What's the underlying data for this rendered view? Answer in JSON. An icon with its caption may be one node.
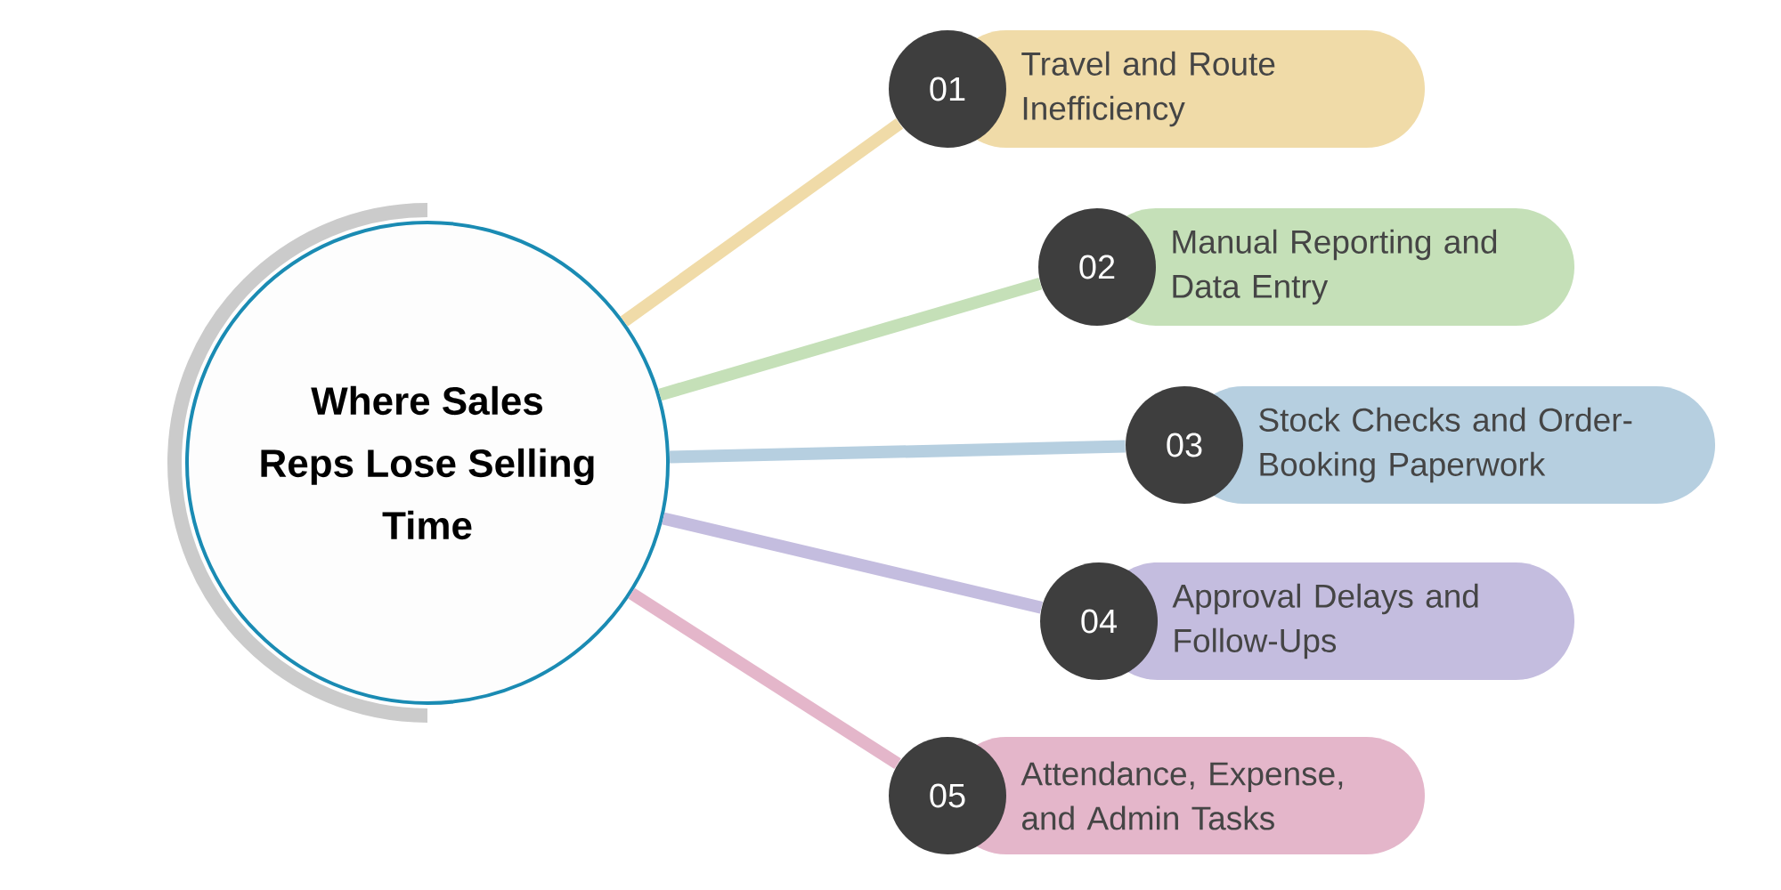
{
  "diagram": {
    "nodes": [
      {
        "text": [
          "Where Sales Reps Lose Selling Time"
        ]
      },
      {
        "text": [
          "01"
        ]
      },
      {
        "text": [
          "Travel and Route Inefficiency"
        ]
      },
      {
        "text": [
          "02"
        ]
      },
      {
        "text": [
          "Manual Reporting and Data Entry"
        ]
      },
      {
        "text": [
          "03"
        ]
      },
      {
        "text": [
          "Stock Checks and Order-Booking Paperwork"
        ]
      },
      {
        "text": [
          "04"
        ]
      },
      {
        "text": [
          "Approval Delays and Follow-Ups"
        ]
      },
      {
        "text": [
          "05"
        ]
      },
      {
        "text": [
          "Attendance, Expense, and Admin Tasks"
        ]
      }
    ],
    "edges": [
      {
        "from": 0,
        "to": 1,
        "arrow": "none",
        "color": "#f0dba8"
      },
      {
        "from": 0,
        "to": 3,
        "arrow": "none",
        "color": "#c5e0b8"
      },
      {
        "from": 0,
        "to": 5,
        "arrow": "none",
        "color": "#b6cfe0"
      },
      {
        "from": 0,
        "to": 7,
        "arrow": "none",
        "color": "#c4bddf"
      },
      {
        "from": 0,
        "to": 9,
        "arrow": "none",
        "color": "#e4b6ca"
      }
    ]
  }
}
